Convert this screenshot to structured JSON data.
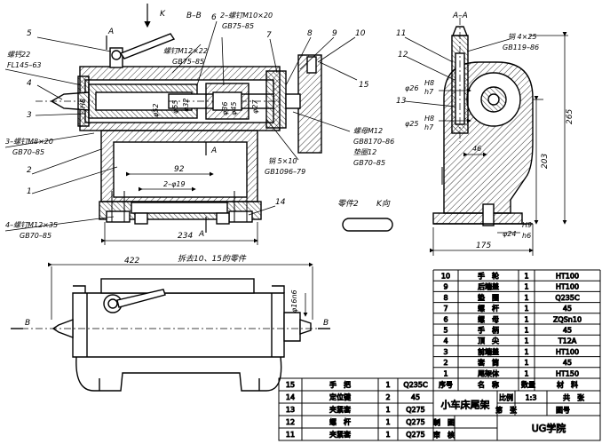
{
  "drawing": {
    "section_bb": "B–B",
    "section_aa": "A–A",
    "view_k": "K",
    "view_k_arrow": "K向",
    "part2_label": "零件2",
    "removed_note": "拆去10、15的零件",
    "cut_a": "A",
    "cut_b": "B"
  },
  "callouts": {
    "c1": "1",
    "c2": "2",
    "c3": "3",
    "c4": "4",
    "c5": "5",
    "c6": "6",
    "c7": "7",
    "c8": "8",
    "c9": "9",
    "c10": "10",
    "c11": "11",
    "c12": "12",
    "c13": "13",
    "c14": "14",
    "c15": "15",
    "screw_m12x22_l1": "螺钉M12×22",
    "screw_m12x22_l2": "GB75–85",
    "screw22_l1": "螺钙22",
    "screw22_l2": "FL145–63",
    "screw2_m10_l1": "2–螺钉M10×20",
    "screw2_m10_l2": "GB75–85",
    "screw3_m8_l1": "3–螺钉M8×20",
    "screw3_m8_l2": "GB70–85",
    "screw4_m12_l1": "4–螺钉M12×35",
    "screw4_m12_l2": "GB70–85",
    "nut_l1": "螺母M12",
    "nut_l2": "GB8170–86",
    "nut_l3": "垫圈12",
    "nut_l4": "GB70–85",
    "pin_l1": "销 5×10",
    "pin_l2": "GB1096–79",
    "pin4_l1": "销 4×25",
    "pin4_l2": "GB119–86"
  },
  "dimensions": {
    "d92": "92",
    "d234": "234",
    "d422": "422",
    "d175": "175",
    "d265": "265",
    "d203": "203",
    "d46": "46",
    "holes": "2–φ19",
    "phi26": "φ26",
    "phi25": "φ25",
    "phi24": "φ24",
    "phi16": "φ16n6",
    "h8": "H8",
    "h7": "h7",
    "h9": "H9",
    "h6": "h6",
    "dv1": "φ52",
    "dv2": "φ55",
    "dv3": "φ32",
    "dv4": "φ36",
    "dv5": "φ45",
    "dv6": "φ27"
  },
  "parts_table": {
    "rows": [
      {
        "no": "10",
        "name": "手　轮",
        "qty": "1",
        "mat": "HT100"
      },
      {
        "no": "9",
        "name": "后端盖",
        "qty": "1",
        "mat": "HT100"
      },
      {
        "no": "8",
        "name": "垫　圈",
        "qty": "1",
        "mat": "Q235C"
      },
      {
        "no": "7",
        "name": "螺　杆",
        "qty": "1",
        "mat": "45"
      },
      {
        "no": "6",
        "name": "螺　母",
        "qty": "1",
        "mat": "ZQSn10"
      },
      {
        "no": "5",
        "name": "手　柄",
        "qty": "1",
        "mat": "45"
      },
      {
        "no": "4",
        "name": "顶　尖",
        "qty": "1",
        "mat": "T12A"
      },
      {
        "no": "3",
        "name": "前端盖",
        "qty": "1",
        "mat": "HT100"
      },
      {
        "no": "2",
        "name": "套　筒",
        "qty": "1",
        "mat": "45"
      },
      {
        "no": "1",
        "name": "尾架体",
        "qty": "1",
        "mat": "HT150"
      }
    ],
    "lower_rows": [
      {
        "no": "15",
        "name": "手　把",
        "qty": "1",
        "mat": "Q235C"
      },
      {
        "no": "14",
        "name": "定位键",
        "qty": "2",
        "mat": "45"
      },
      {
        "no": "13",
        "name": "夹紧套",
        "qty": "1",
        "mat": "Q275"
      },
      {
        "no": "12",
        "name": "螺　杆",
        "qty": "1",
        "mat": "Q275"
      },
      {
        "no": "11",
        "name": "夹紧套",
        "qty": "1",
        "mat": "Q275"
      }
    ],
    "header": {
      "no": "序号",
      "name": "名　称",
      "qty": "数量",
      "mat": "材　料"
    }
  },
  "title_block": {
    "title": "小车床尾架",
    "scale_label": "比例",
    "scale_value": "1:3",
    "total_label": "共　张",
    "sheet_label": "第　张",
    "drawing_no_label": "图号",
    "drawn_label": "制　图",
    "checked_label": "审　核",
    "school": "UG学院"
  }
}
